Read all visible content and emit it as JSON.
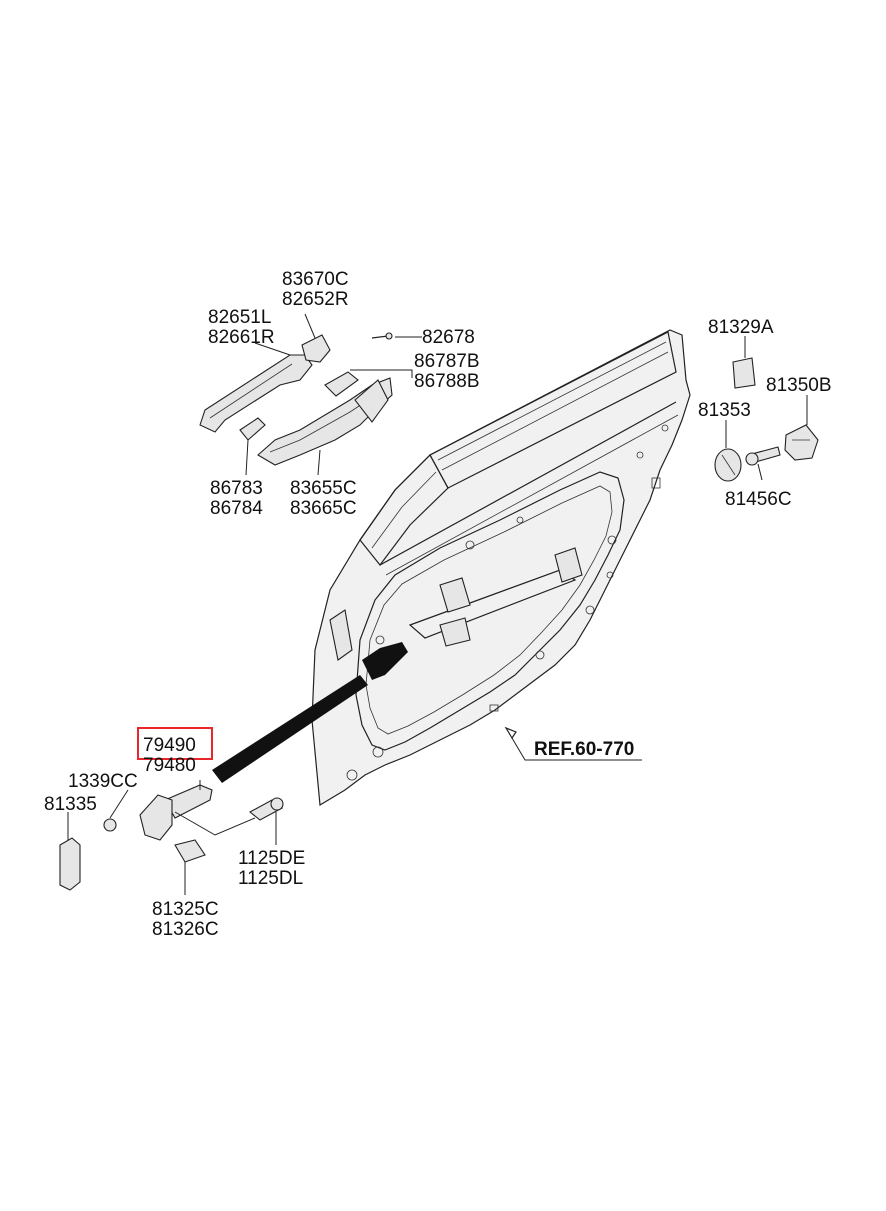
{
  "labels": {
    "p83670C": "83670C",
    "p82652R": "82652R",
    "p82651L": "82651L",
    "p82661R": "82661R",
    "p82678": "82678",
    "p86787B": "86787B",
    "p86788B": "86788B",
    "p86783": "86783",
    "p86784": "86784",
    "p83655C": "83655C",
    "p83665C": "83665C",
    "p81329A": "81329A",
    "p81350B": "81350B",
    "p81353": "81353",
    "p81456C": "81456C",
    "p79490": "79490",
    "p79480": "79480",
    "p1339CC": "1339CC",
    "p81335": "81335",
    "p1125DE": "1125DE",
    "p1125DL": "1125DL",
    "p81325C": "81325C",
    "p81326C": "81326C",
    "ref": "REF.60-770"
  },
  "highlight": {
    "part": "79490",
    "color": "#e8262b"
  }
}
